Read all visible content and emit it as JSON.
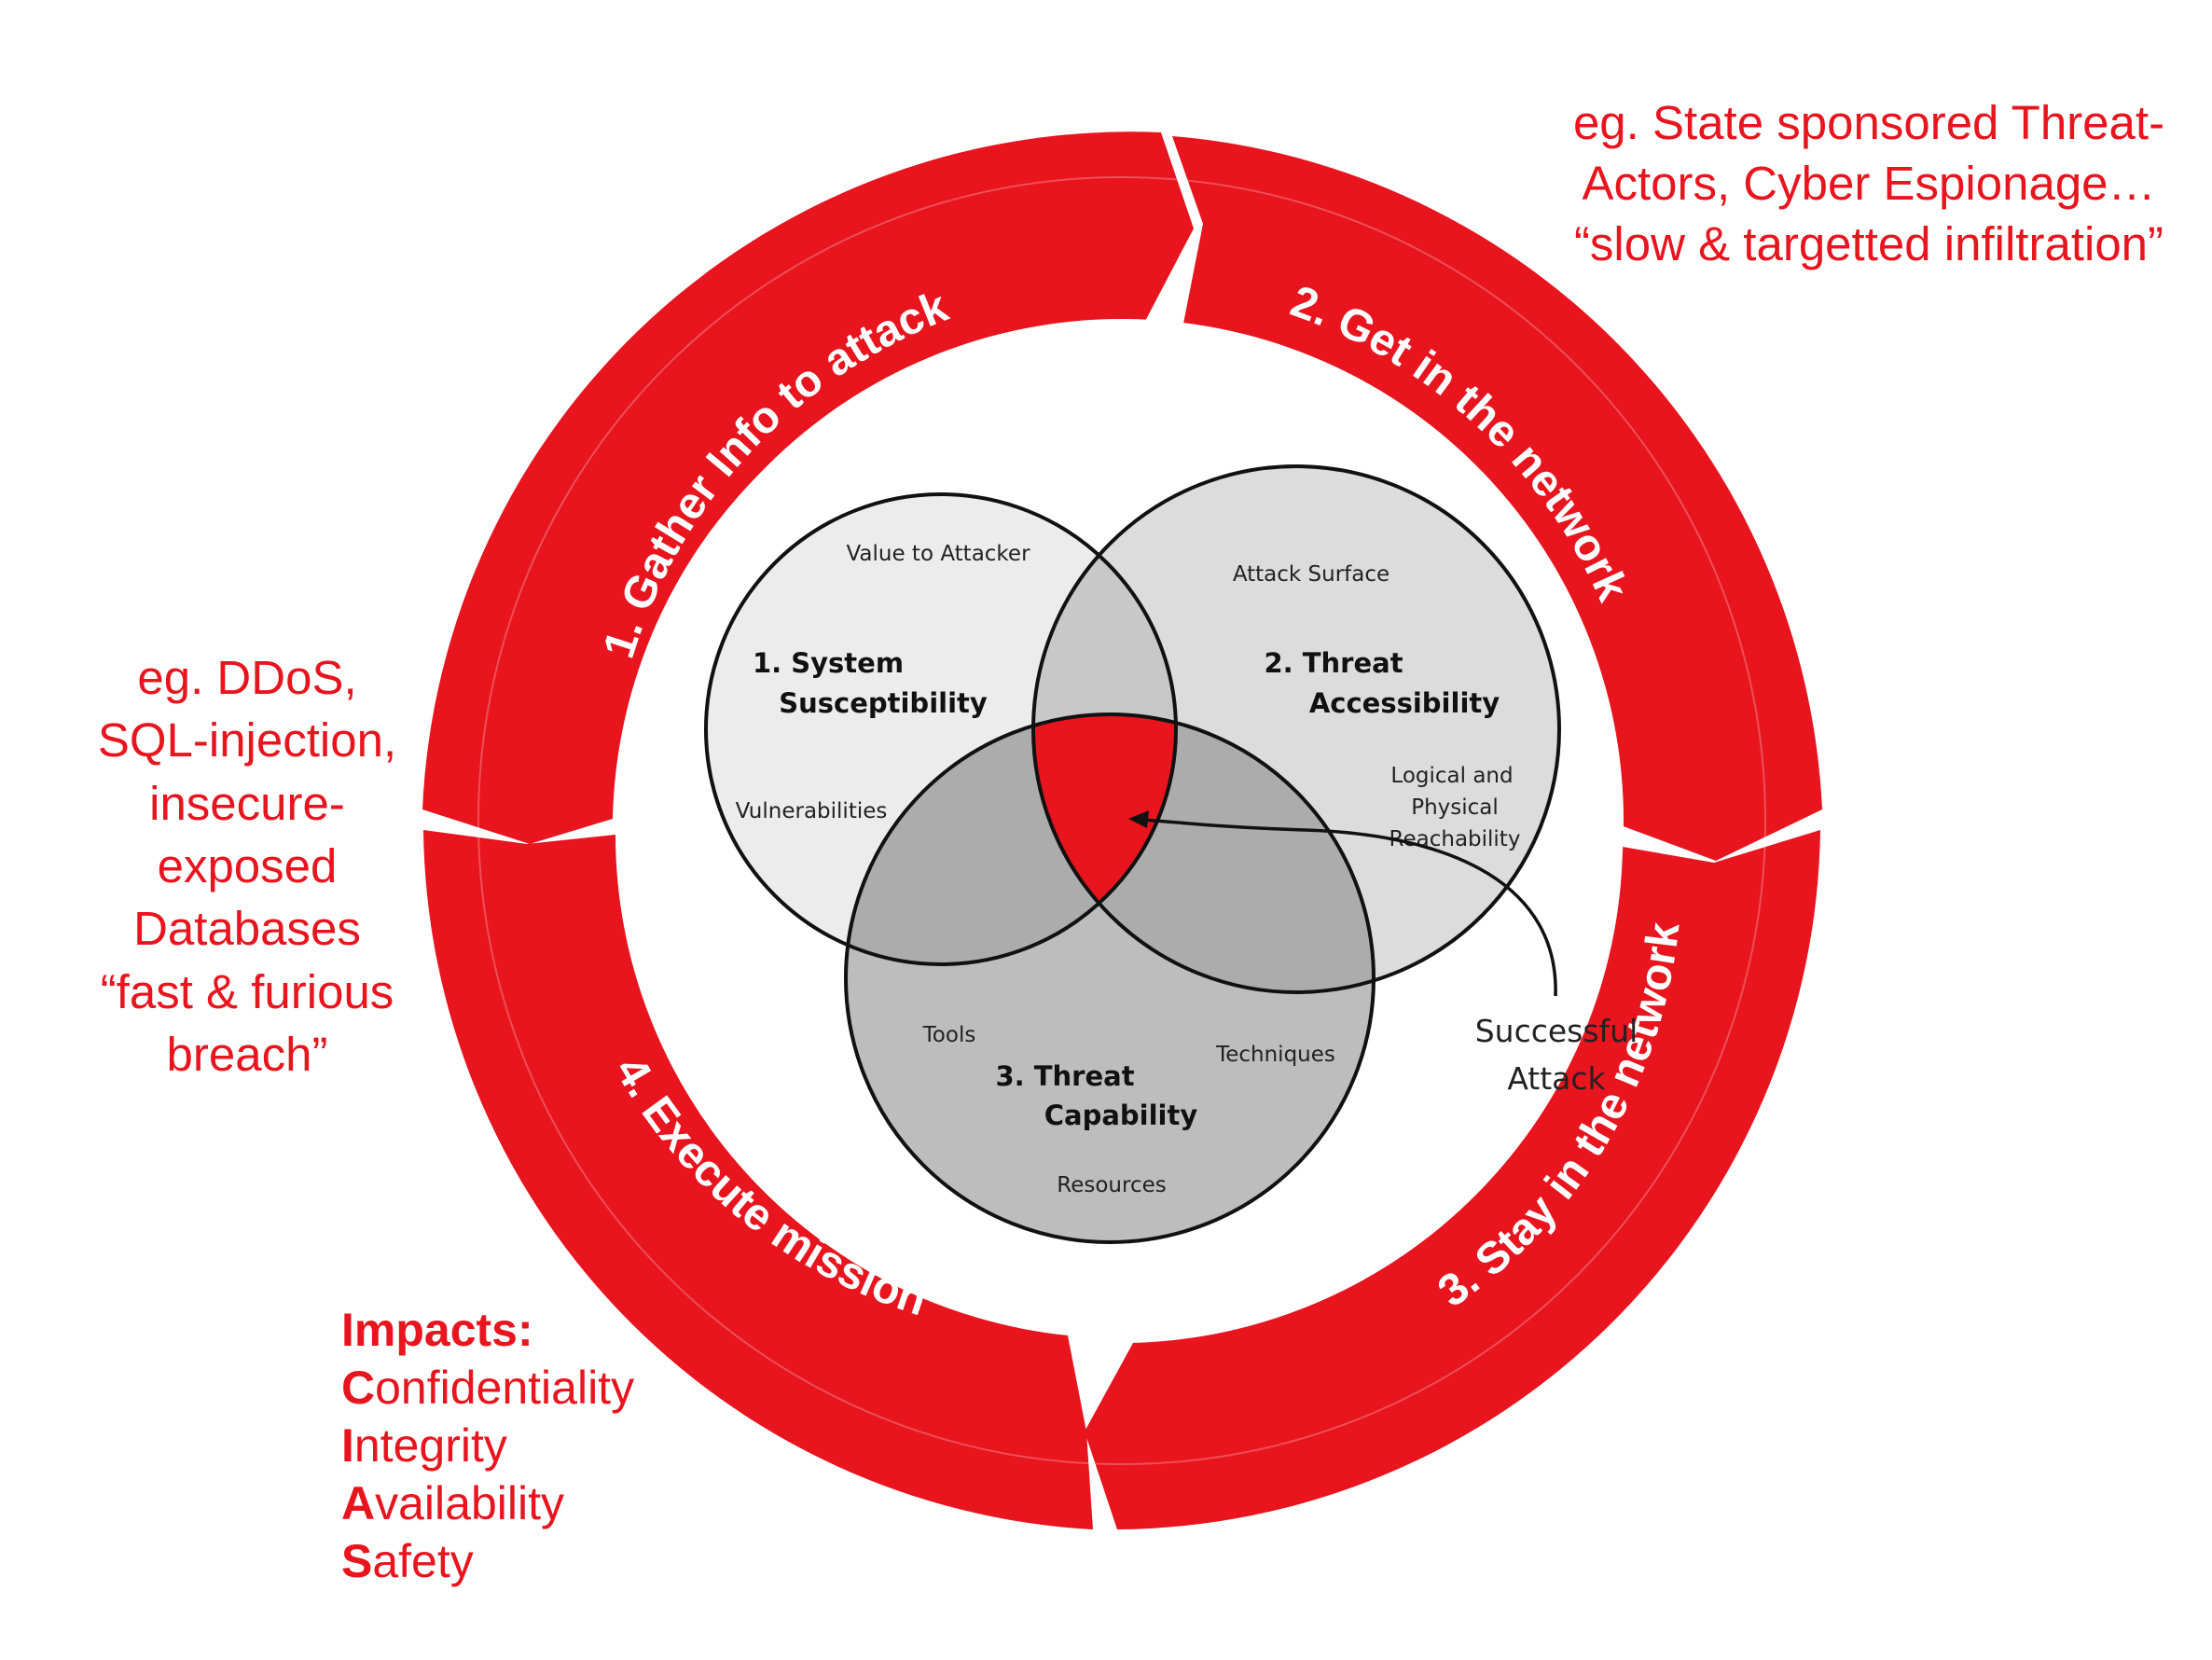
{
  "accent_color": "#e8141e",
  "cycle": {
    "phases": [
      {
        "label": "1. Gather Info to attack"
      },
      {
        "label": "2. Get in the network"
      },
      {
        "label": "3. Stay in the network"
      },
      {
        "label": "4. Execute mission"
      }
    ]
  },
  "venn": {
    "circles": [
      {
        "title_line1": "1. System",
        "title_line2": "Susceptibility",
        "color": "#ececec"
      },
      {
        "title_line1": "2. Threat",
        "title_line2": "Accessibility",
        "color": "#dcdcdc"
      },
      {
        "title_line1": "3. Threat",
        "title_line2": "Capability",
        "color": "#bdbdbd"
      }
    ],
    "factors": {
      "value_to_attacker": "Value to Attacker",
      "vulnerabilities": "Vulnerabilities",
      "attack_surface": "Attack Surface",
      "logical_line1": "Logical and",
      "logical_line2": "Physical",
      "logical_line3": "Reachability",
      "tools": "Tools",
      "techniques": "Techniques",
      "resources": "Resources"
    },
    "successful_attack_line1": "Successful",
    "successful_attack_line2": "Attack",
    "intersection_color": "#e8141e"
  },
  "notes": {
    "top_right": {
      "line1": "eg. State sponsored Threat-",
      "line2": "Actors, Cyber Espionage…",
      "line3": "“slow & targetted infiltration”"
    },
    "left": {
      "line1": "eg. DDoS,",
      "line2": "SQL-injection,",
      "line3": "insecure-",
      "line4": "exposed",
      "line5": "Databases",
      "line6": "“fast & furious",
      "line7": "breach”"
    }
  },
  "impacts": {
    "title": "Impacts:",
    "items": [
      {
        "initial": "C",
        "rest": "onfidentiality"
      },
      {
        "initial": "I",
        "rest": "ntegrity"
      },
      {
        "initial": "A",
        "rest": "vailability"
      },
      {
        "initial": "S",
        "rest": "afety"
      }
    ]
  }
}
